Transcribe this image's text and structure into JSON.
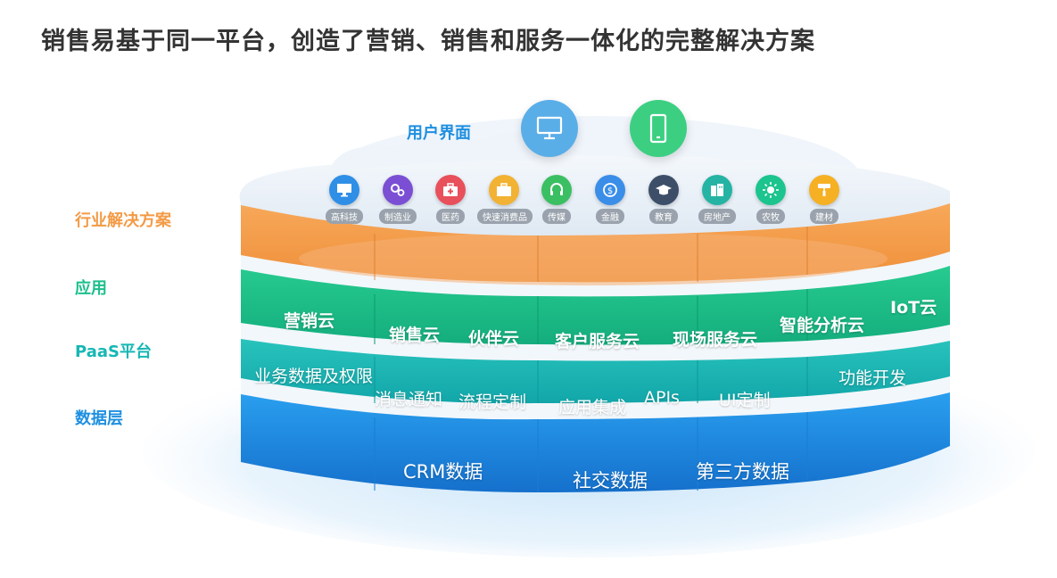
{
  "title": "销售易基于同一平台，创造了营销、销售和服务一体化的完整解决方案",
  "layers": {
    "industry": "行业解决方案",
    "application": "应用",
    "paas": "PaaS平台",
    "data": "数据层"
  },
  "user_interface": {
    "label": "用户界面",
    "devices": [
      "monitor-icon",
      "mobile-icon"
    ]
  },
  "industries": [
    {
      "label": "高科技",
      "icon": "monitor-icon",
      "color": "#2f8fe6"
    },
    {
      "label": "制造业",
      "icon": "gears-icon",
      "color": "#7b4fd4"
    },
    {
      "label": "医药",
      "icon": "medkit-icon",
      "color": "#e8505b"
    },
    {
      "label": "快速消费品",
      "icon": "box-icon",
      "color": "#f2b233"
    },
    {
      "label": "传媒",
      "icon": "headset-icon",
      "color": "#3bbf63"
    },
    {
      "label": "金融",
      "icon": "coin-icon",
      "color": "#3a8ee8"
    },
    {
      "label": "教育",
      "icon": "graduation-cap-icon",
      "color": "#3d4f68"
    },
    {
      "label": "房地产",
      "icon": "building-icon",
      "color": "#25b3a4"
    },
    {
      "label": "农牧",
      "icon": "sun-icon",
      "color": "#1cc48e"
    },
    {
      "label": "建材",
      "icon": "paint-roller-icon",
      "color": "#f5b024"
    }
  ],
  "applications": [
    "营销云",
    "销售云",
    "伙伴云",
    "客户服务云",
    "现场服务云",
    "智能分析云",
    "IoT云"
  ],
  "paas_items": [
    "业务数据及权限",
    "消息通知",
    "流程定制",
    "应用集成",
    "APIs",
    "UI定制",
    "功能开发"
  ],
  "data_items": [
    "CRM数据",
    "社交数据",
    "第三方数据"
  ],
  "colors": {
    "industry": "#f39a45",
    "application": "#1cbf8c",
    "paas": "#16b7b4",
    "data": "#1e8fe0",
    "device_monitor": "#5aaee8",
    "device_mobile": "#3ccf82"
  }
}
